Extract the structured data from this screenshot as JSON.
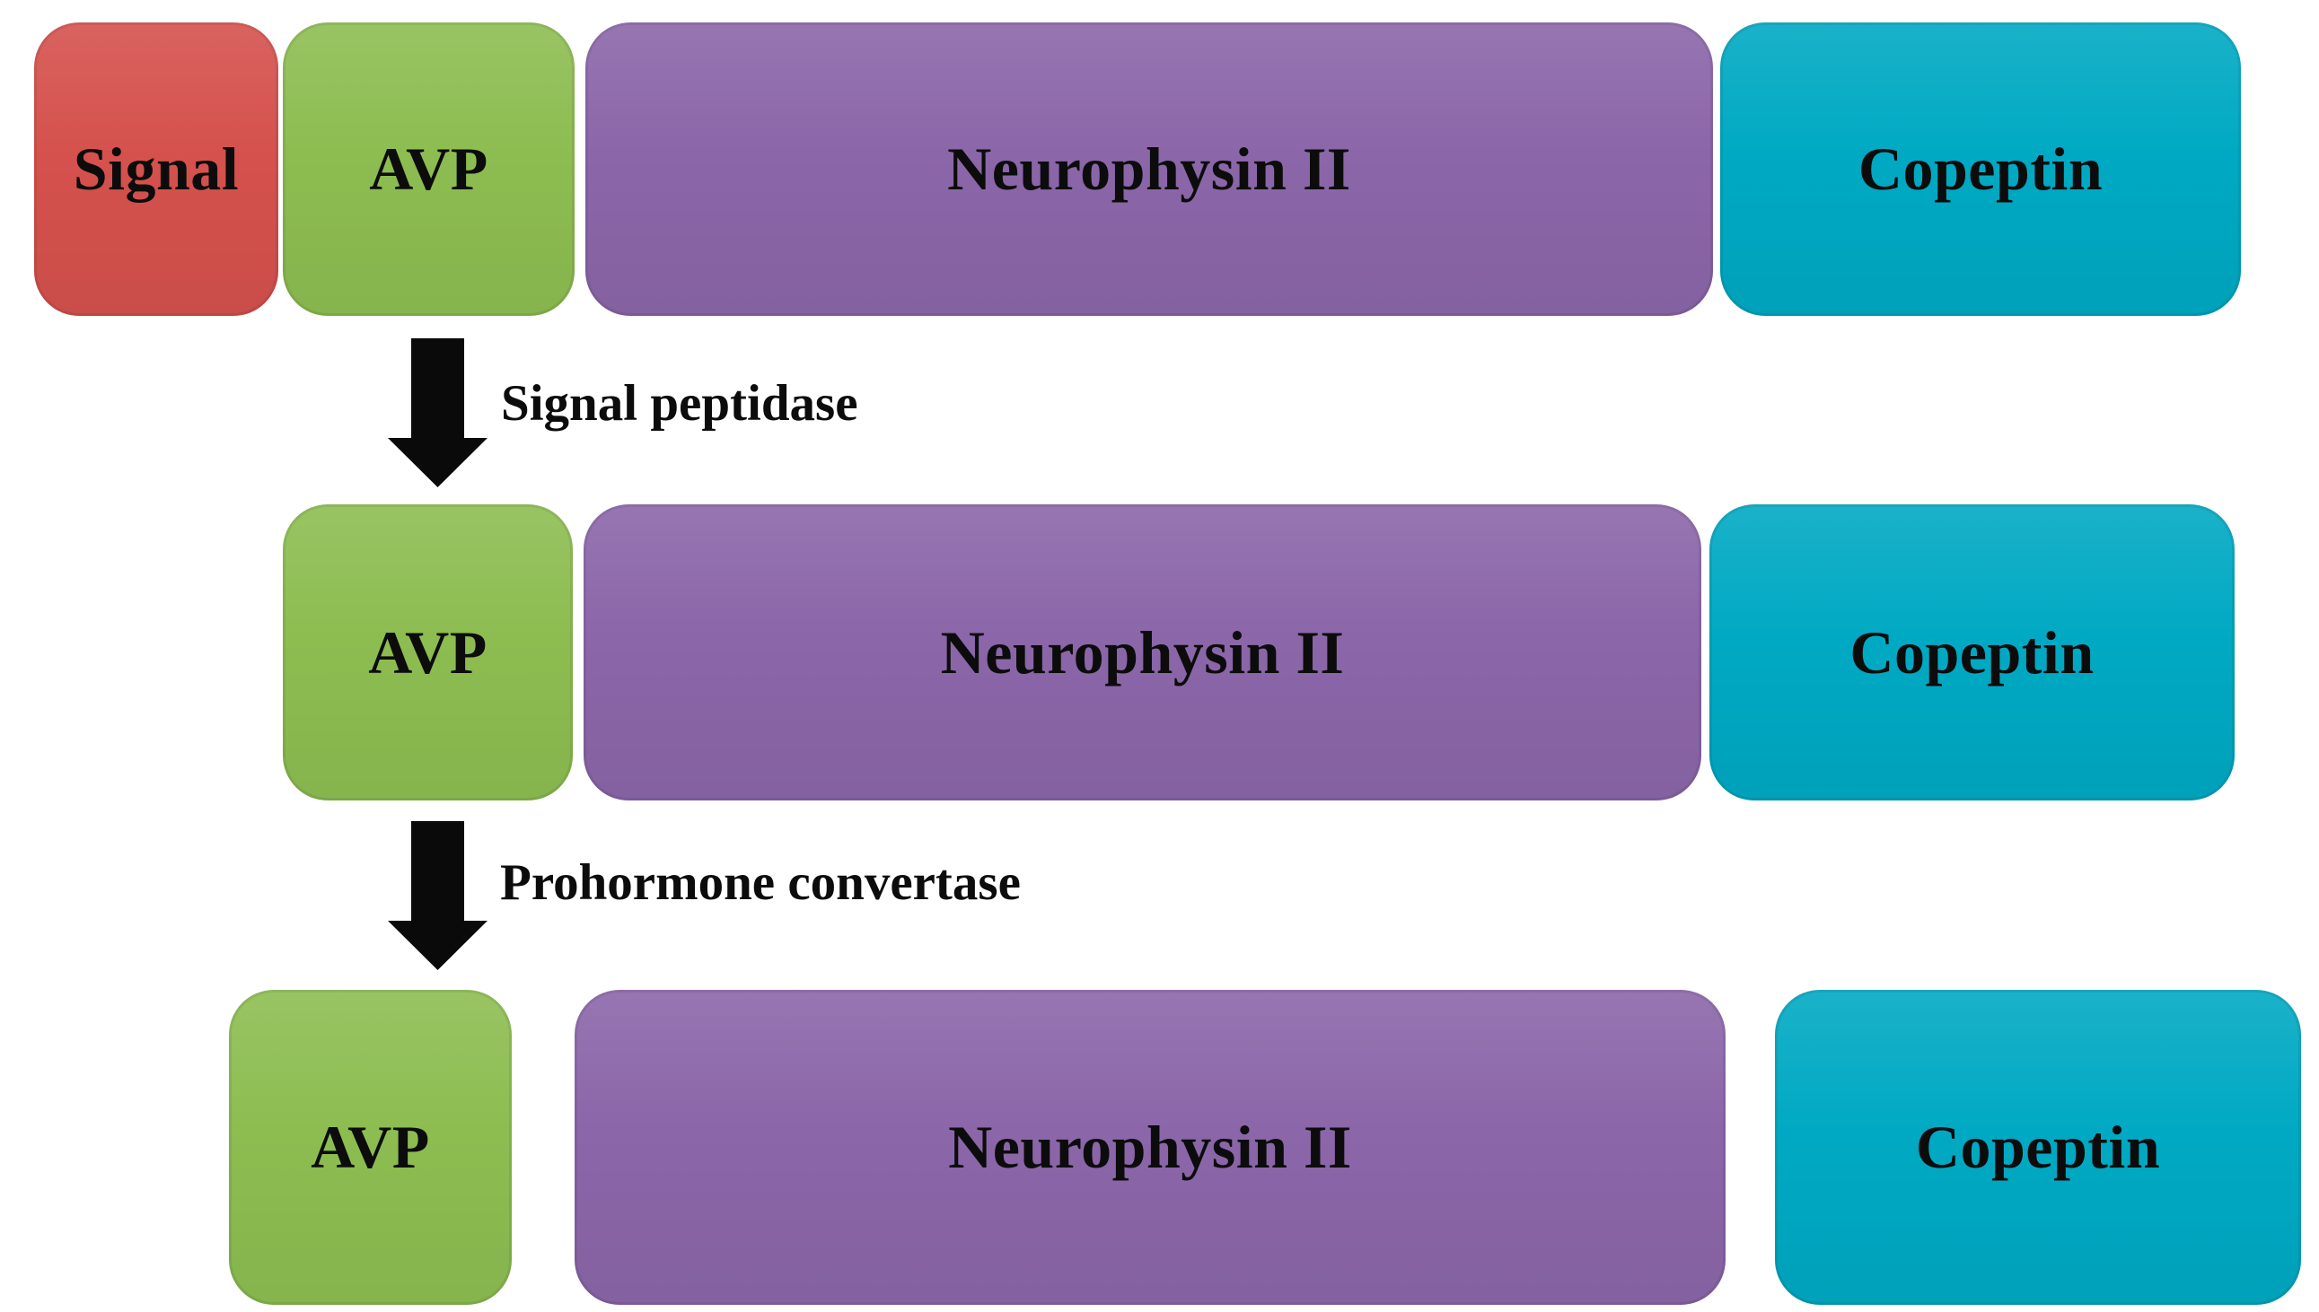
{
  "diagram": {
    "background": "#ffffff",
    "text_color": "#0c0c0c",
    "arrow_color": "#0a0a0a",
    "colors": {
      "signal_peptide": "#d5514d",
      "avp": "#8dbd51",
      "neurophysin": "#8b66a9",
      "copeptin": "#00a9c3"
    },
    "rows": [
      {
        "blocks": [
          {
            "id": "signal",
            "label": "Signal"
          },
          {
            "id": "avp",
            "label": "AVP"
          },
          {
            "id": "neurophysin",
            "label": "Neurophysin II"
          },
          {
            "id": "copeptin",
            "label": "Copeptin"
          }
        ]
      },
      {
        "blocks": [
          {
            "id": "avp",
            "label": "AVP"
          },
          {
            "id": "neurophysin",
            "label": "Neurophysin II"
          },
          {
            "id": "copeptin",
            "label": "Copeptin"
          }
        ]
      },
      {
        "blocks": [
          {
            "id": "avp",
            "label": "AVP"
          },
          {
            "id": "neurophysin",
            "label": "Neurophysin II"
          },
          {
            "id": "copeptin",
            "label": "Copeptin"
          }
        ]
      }
    ],
    "arrows": [
      {
        "label": "Signal peptidase"
      },
      {
        "label": "Prohormone convertase"
      }
    ]
  }
}
